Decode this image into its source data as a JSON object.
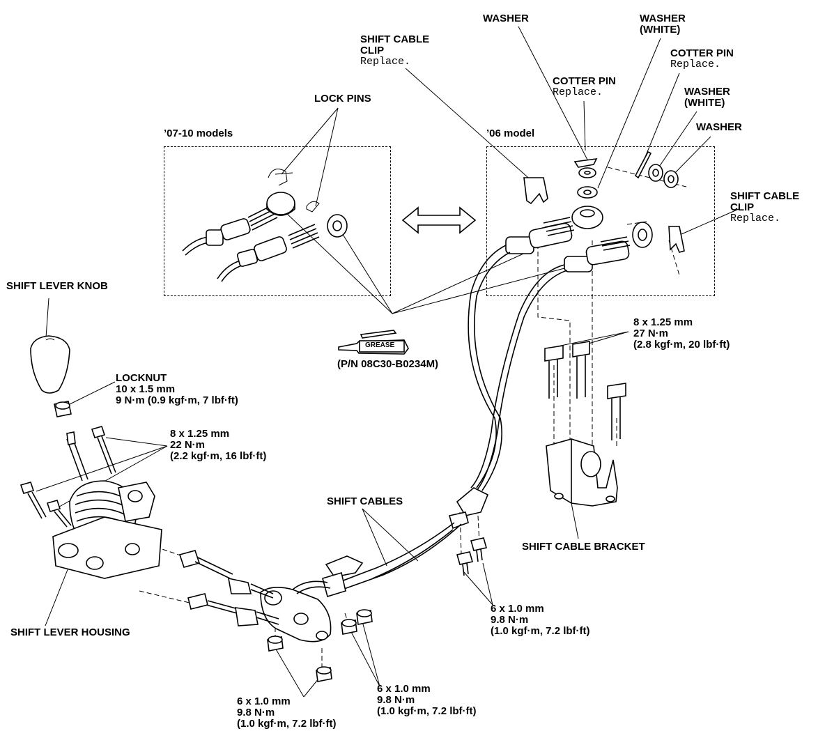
{
  "labels": {
    "washer_top": "WASHER",
    "washer_white_top": [
      "WASHER",
      "(WHITE)"
    ],
    "shift_cable_clip_left": [
      "SHIFT CABLE",
      "CLIP"
    ],
    "replace": "Replace.",
    "cotter_pin_right": "COTTER PIN",
    "cotter_pin_mid": "COTTER PIN",
    "washer_white_right": [
      "WASHER",
      "(WHITE)"
    ],
    "washer_right": "WASHER",
    "lock_pins": "LOCK PINS",
    "models_0710": "’07-10 models",
    "model_06": "’06 model",
    "shift_cable_clip_right": [
      "SHIFT CABLE",
      "CLIP"
    ],
    "grease_tube": "GREASE",
    "grease_pn": "(P/N 08C30-B0234M)",
    "shift_lever_knob": "SHIFT LEVER KNOB",
    "locknut": [
      "LOCKNUT",
      "10 x 1.5 mm",
      "9 N·m (0.9 kgf·m, 7 lbf·ft)"
    ],
    "torque_8x125_22": [
      "8 x 1.25 mm",
      "22 N·m",
      "(2.2 kgf·m, 16 lbf·ft)"
    ],
    "torque_8x125_27": [
      "8 x 1.25 mm",
      "27 N·m",
      "(2.8 kgf·m, 20 lbf·ft)"
    ],
    "shift_cables": "SHIFT CABLES",
    "shift_cable_bracket": "SHIFT CABLE BRACKET",
    "shift_lever_housing": "SHIFT LEVER HOUSING",
    "torque_6x10_right": [
      "6 x 1.0 mm",
      "9.8 N·m",
      "(1.0 kgf·m, 7.2 lbf·ft)"
    ],
    "torque_6x10_mid": [
      "6 x 1.0 mm",
      "9.8 N·m",
      "(1.0 kgf·m, 7.2 lbf·ft)"
    ],
    "torque_6x10_left": [
      "6 x 1.0 mm",
      "9.8 N·m",
      "(1.0 kgf·m, 7.2 lbf·ft)"
    ]
  }
}
